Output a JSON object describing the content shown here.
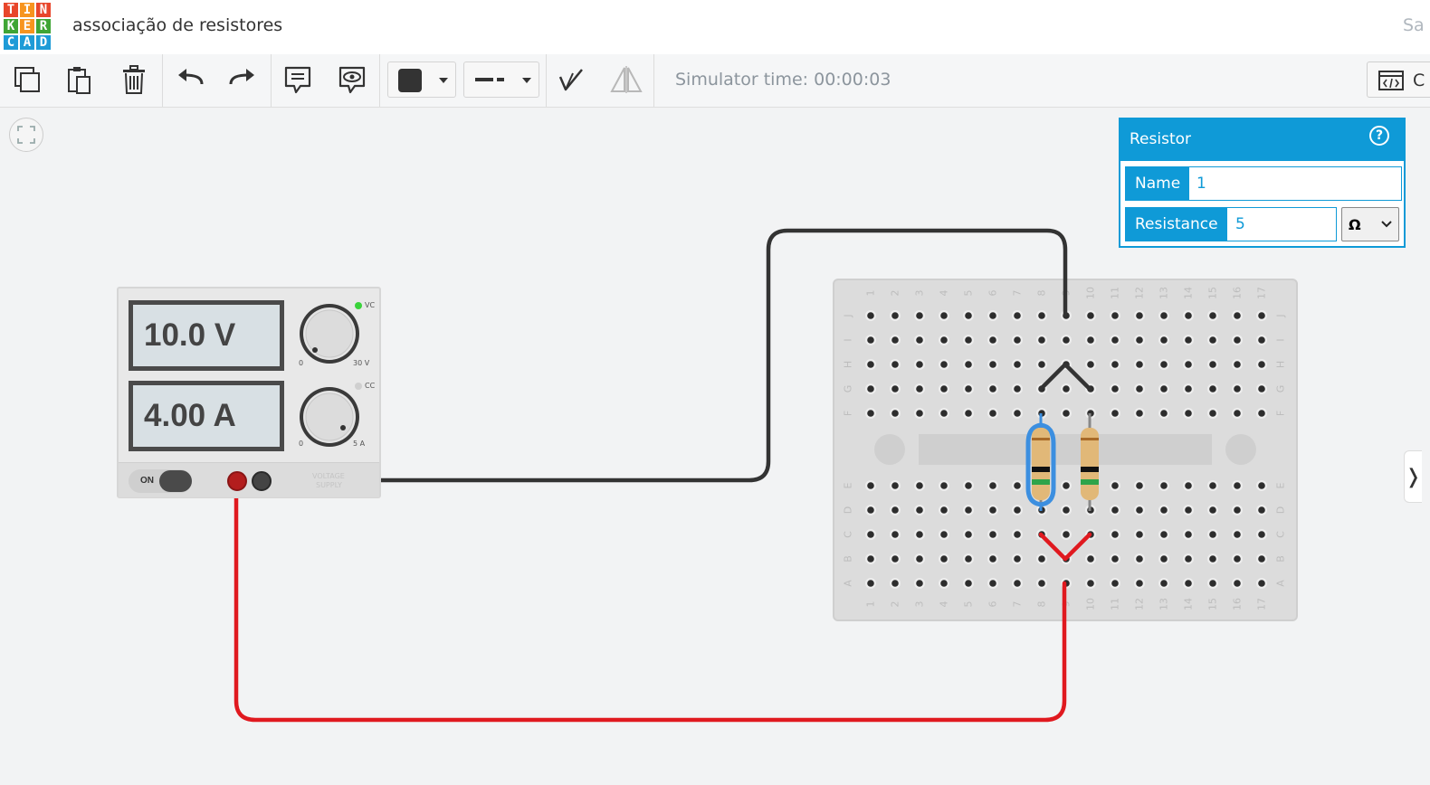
{
  "app": {
    "logo_letters": [
      "T",
      "I",
      "N",
      "K",
      "E",
      "R",
      "C",
      "A",
      "D"
    ],
    "logo_colors": [
      "#e8462b",
      "#f7941e",
      "#e8462b",
      "#3fa535",
      "#f7941e",
      "#3fa535",
      "#1e9bd7",
      "#1e9bd7",
      "#1e9bd7"
    ],
    "project_title": "associação de resistores",
    "save_status_fragment": "Sa"
  },
  "toolbar": {
    "copy_icon": "copy-icon",
    "paste_icon": "paste-icon",
    "delete_icon": "trash-icon",
    "undo_icon": "undo-icon",
    "redo_icon": "redo-icon",
    "notes_icon": "notes-icon",
    "visibility_icon": "eye-icon",
    "color_swatch": "#333333",
    "line_style_icon": "line-dash-icon",
    "simulator_time": "Simulator time: 00:00:03",
    "code_button_fragment": "C"
  },
  "power_supply": {
    "voltage_display": "10.0 V",
    "current_display": "4.00 A",
    "voltage_knob_min": "0",
    "voltage_knob_max": "30 V",
    "current_knob_min": "0",
    "current_knob_max": "5 A",
    "cv_label": "VC",
    "cc_label": "CC",
    "cv_led_color": "#39d33a",
    "power_switch_label": "ON",
    "brand_label_1": "VOLTAGE",
    "brand_label_2": "SUPPLY"
  },
  "breadboard": {
    "column_numbers": [
      "1",
      "2",
      "3",
      "4",
      "5",
      "6",
      "7",
      "8",
      "9",
      "10",
      "11",
      "12",
      "13",
      "14",
      "15",
      "16",
      "17"
    ],
    "top_row_letters": [
      "J",
      "I",
      "H",
      "G",
      "F"
    ],
    "bottom_row_letters": [
      "E",
      "D",
      "C",
      "B",
      "A"
    ]
  },
  "wires": {
    "negative_color": "#333333",
    "positive_color": "#e0191f"
  },
  "inspector": {
    "component_type": "Resistor",
    "help_label": "?",
    "name_label": "Name",
    "name_value": "1",
    "resistance_label": "Resistance",
    "resistance_value": "5",
    "resistance_unit": "Ω",
    "accent_color": "#0f9ad7"
  },
  "side_panel": {
    "expand_glyph": "❭"
  }
}
